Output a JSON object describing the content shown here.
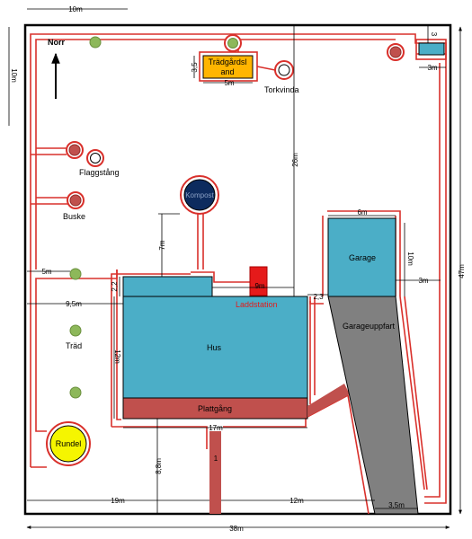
{
  "north": {
    "label": "Norr"
  },
  "labels": {
    "tradgardsland": [
      "Trädgårdsl",
      "and"
    ],
    "torkvinda": "Torkvinda",
    "flaggstang": "Flaggstång",
    "buske": "Buske",
    "trad": "Träd",
    "rundel": "Rundel",
    "kompost": "Kompost",
    "hus": "Hus",
    "plattgang": "Plattgång",
    "garage": "Garage",
    "garageuppfart": "Garageuppfart",
    "laddstation": "Laddstation"
  },
  "dimensions": {
    "top_width": "10m",
    "left_height": "10m",
    "plot_height": "47m",
    "plot_width": "38m",
    "house_to_north": "26m",
    "bed_height": "3,5",
    "bed_width": "5m",
    "shed_height": "3",
    "shed_width": "3m",
    "house_tank_gap": "7m",
    "garage_width": "6m",
    "garage_height": "10m",
    "garage_side": "3m",
    "west_five": "5m",
    "west_95": "9,5m",
    "ext_height": "2,2",
    "house_height": "12m",
    "house_width": "17m",
    "charger_gap": "9m",
    "house_garage_gap": "2,3",
    "south_path": "8,8m",
    "path_width": "1",
    "bottom_19": "19m",
    "bottom_12": "12m",
    "drive_bottom": "3,5m"
  },
  "colors": {
    "outline": "#d9302b",
    "house": "#4baec7",
    "walkway": "#c0504d",
    "driveway": "#808080",
    "tree": "#8db85a",
    "bed": "#ffb500",
    "tank": "#0d2b5e",
    "rundel": "#f5f500",
    "charger": "#e51a1a"
  }
}
